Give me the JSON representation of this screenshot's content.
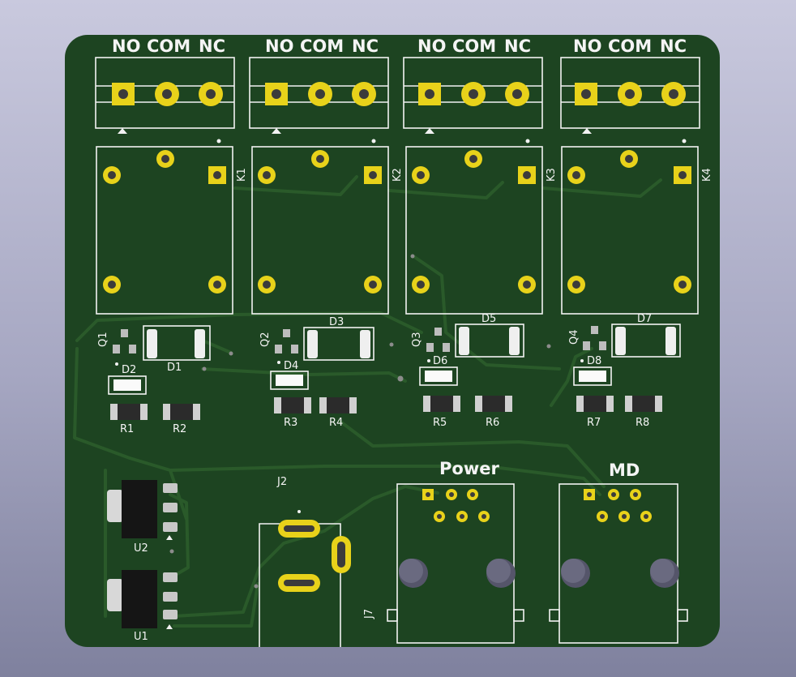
{
  "relay_columns": [
    {
      "no": "NO",
      "com": "COM",
      "nc": "NC"
    },
    {
      "no": "NO",
      "com": "COM",
      "nc": "NC"
    },
    {
      "no": "NO",
      "com": "COM",
      "nc": "NC"
    },
    {
      "no": "NO",
      "com": "COM",
      "nc": "NC"
    }
  ],
  "relays": [
    "K1",
    "K2",
    "K3",
    "K4"
  ],
  "transistors": [
    "Q1",
    "Q2",
    "Q3",
    "Q4"
  ],
  "diodes_top": [
    "D1",
    "D3",
    "D5",
    "D7"
  ],
  "leds": [
    "D2",
    "D4",
    "D6",
    "D8"
  ],
  "resistors": [
    "R1",
    "R2",
    "R3",
    "R4",
    "R5",
    "R6",
    "R7",
    "R8"
  ],
  "regulators": [
    "U2",
    "U1"
  ],
  "jack": "J2",
  "rj_connectors": {
    "left_header": "Power",
    "right_header": "MD",
    "left_ref": "J7"
  },
  "colors": {
    "board": "#1d4421",
    "trace": "#2a5a2a",
    "pad": "#e8d21a",
    "silk": "#f2f2f2",
    "background": "#b3b4cc"
  }
}
